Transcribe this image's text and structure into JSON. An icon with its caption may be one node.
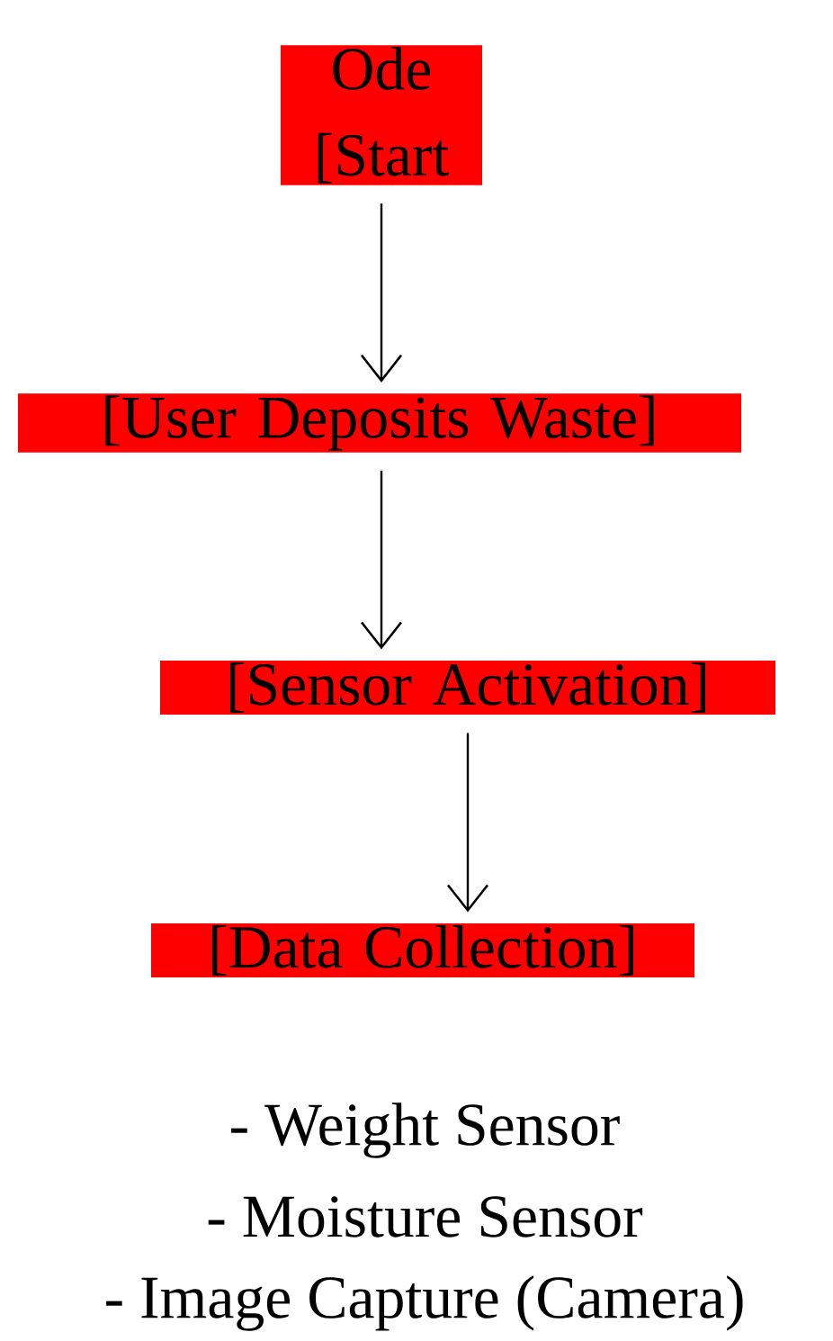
{
  "diagram": {
    "nodes": [
      {
        "text": [
          "Ode [Start"
        ]
      },
      {
        "text": [
          "[User Deposits Waste]"
        ]
      },
      {
        "text": [
          "[Sensor Activation]"
        ]
      },
      {
        "text": [
          "[Data Collection]"
        ]
      }
    ],
    "edges": [
      {
        "from": 0,
        "to": 1,
        "arrow": "to"
      },
      {
        "from": 1,
        "to": 2,
        "arrow": "to"
      },
      {
        "from": 2,
        "to": 3,
        "arrow": "to"
      }
    ],
    "labels": [
      "- Weight Sensor",
      "- Moisture Sensor",
      "- Image Capture (Camera)"
    ]
  }
}
